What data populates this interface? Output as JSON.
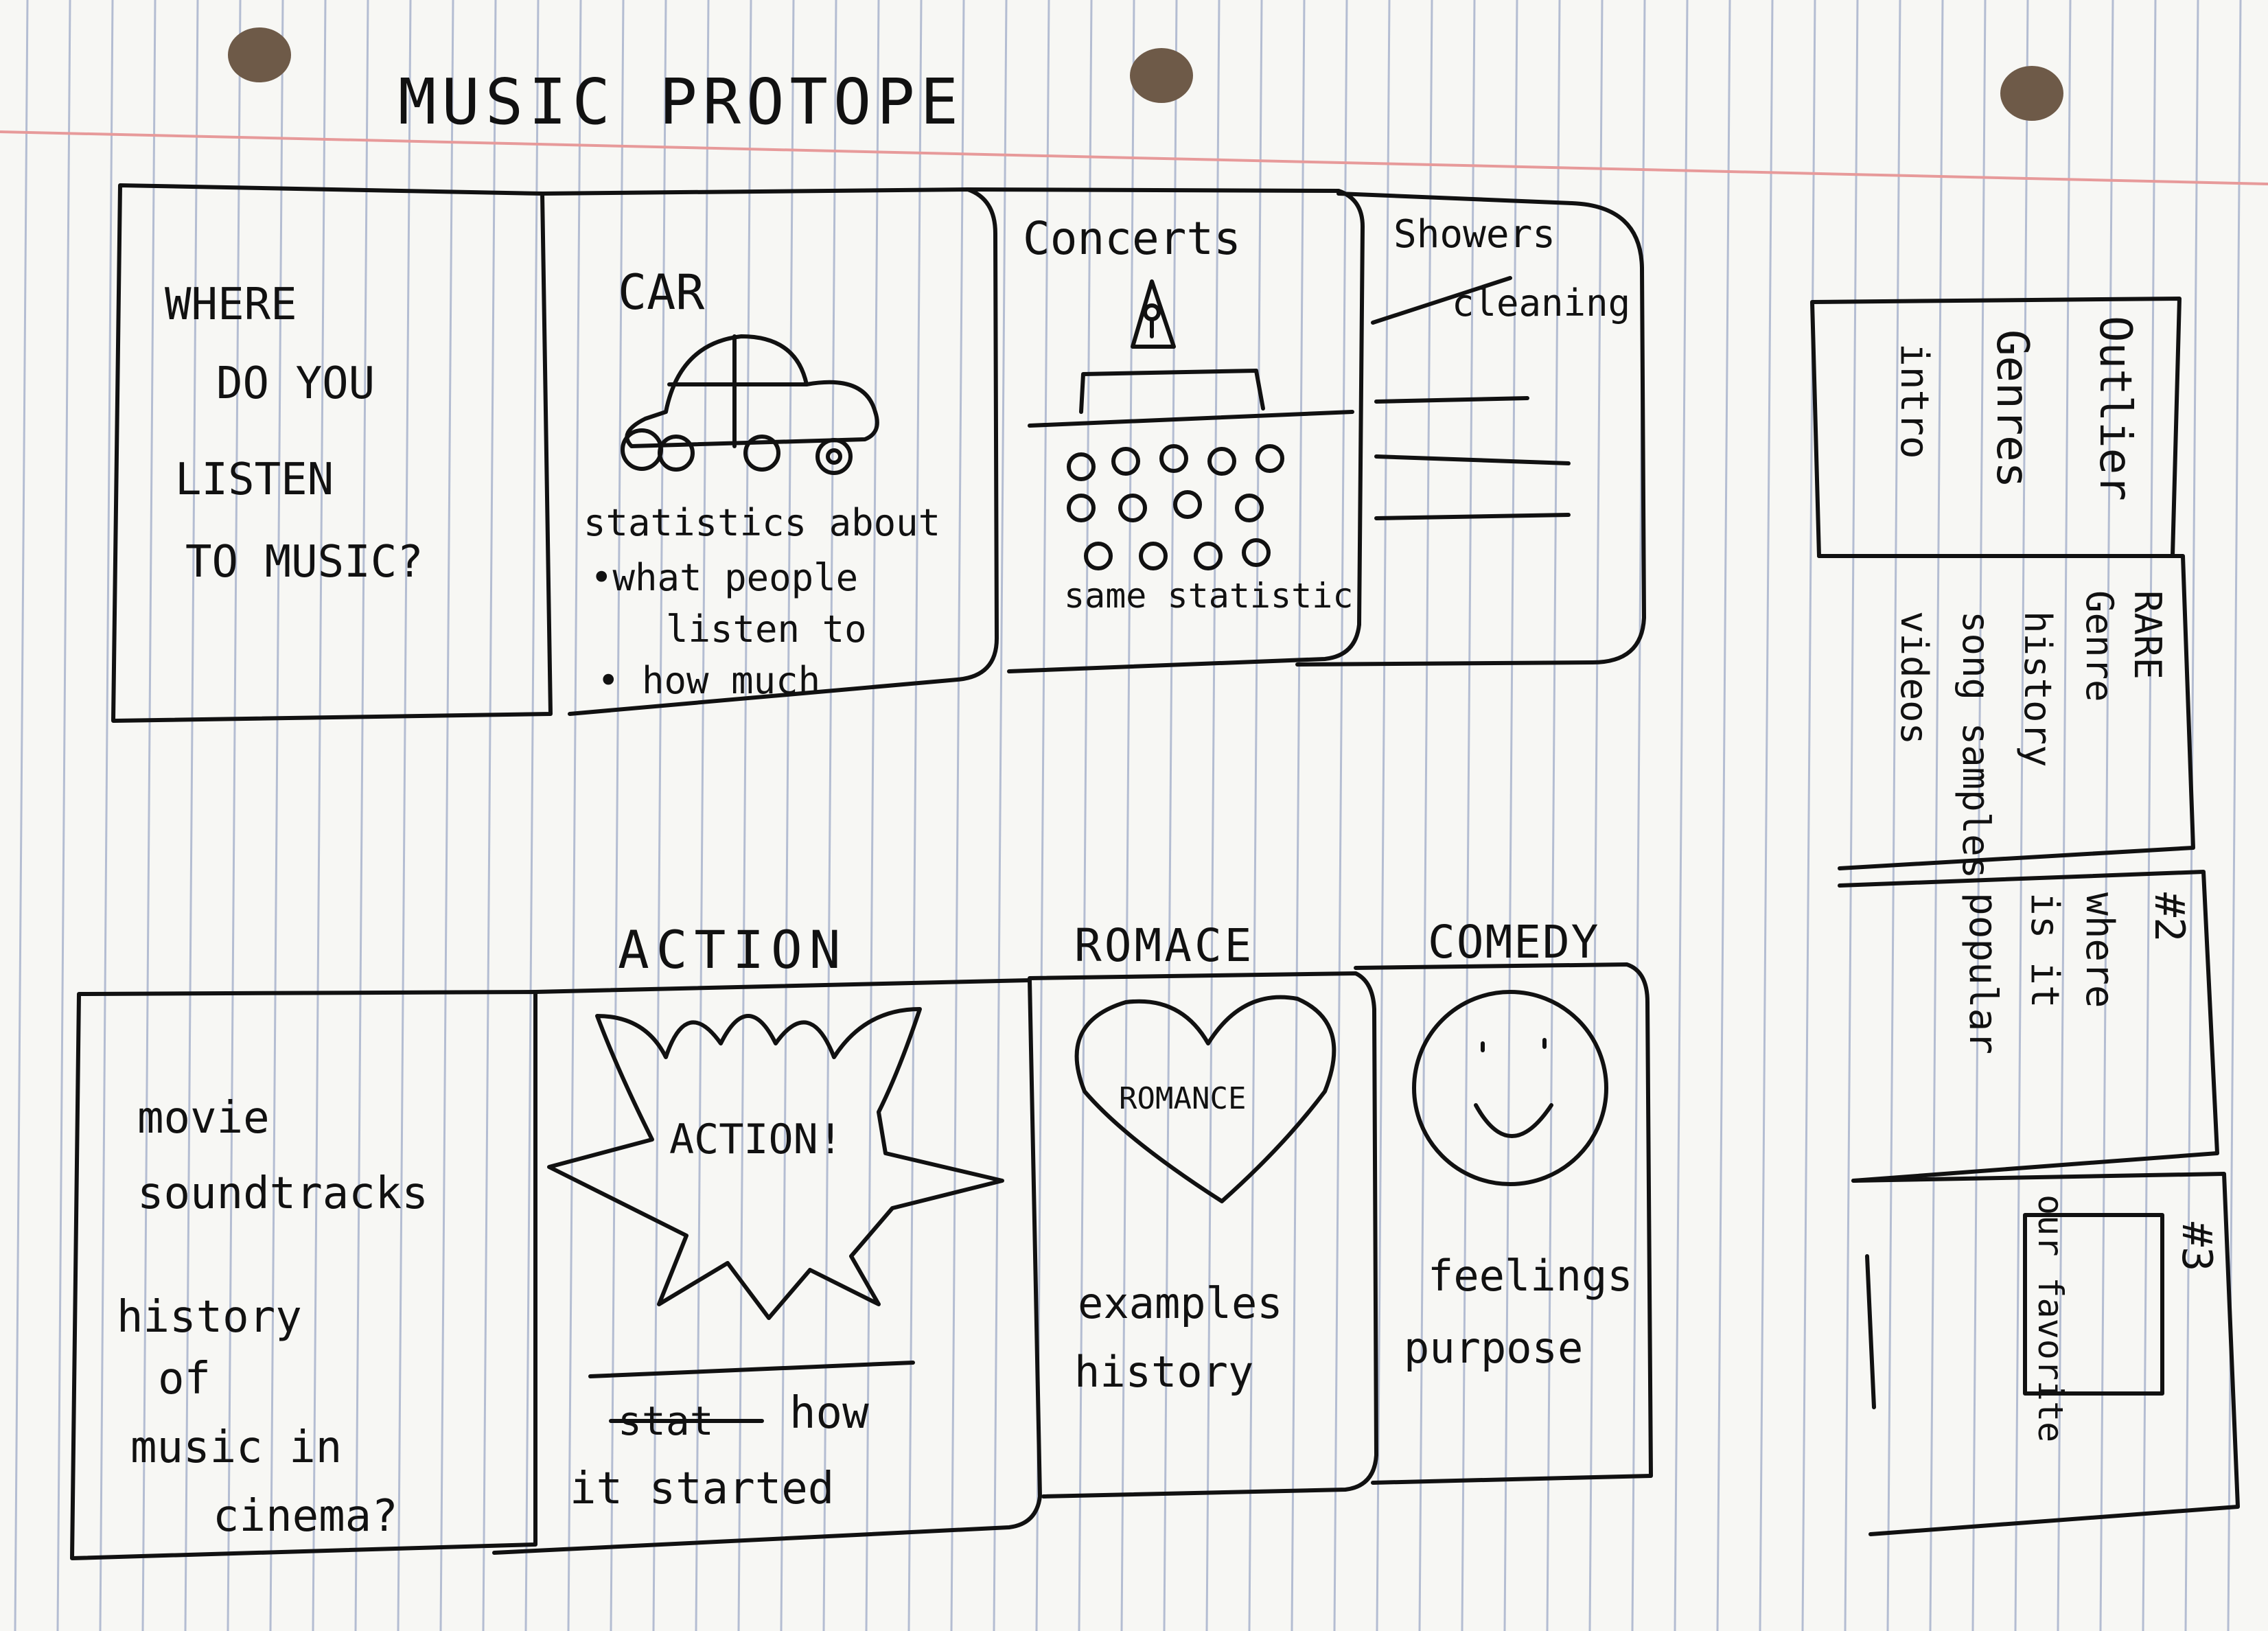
{
  "title": "MUSIC PROTOPE",
  "top_row": {
    "intro": [
      "WHERE",
      "DO YOU",
      "LISTEN",
      "TO MUSIC?"
    ],
    "car": {
      "heading": "CAR",
      "lines": [
        "statistics about",
        "•what people",
        "listen to",
        "• how much"
      ]
    },
    "concerts": {
      "heading": "Concerts",
      "note": "same statistic"
    },
    "showers": {
      "heading": "Showers",
      "sub": "cleaning"
    }
  },
  "genre_labels": [
    "ACTION",
    "ROMACE",
    "COMEDY"
  ],
  "bottom_row": {
    "movie": [
      "movie",
      "soundtracks",
      "history",
      "of",
      "music in",
      "cinema?"
    ],
    "action": {
      "burst_label": "ACTION!",
      "strike": "stat",
      "lines": [
        "how",
        "it started"
      ]
    },
    "romance": {
      "heart_label": "ROMANCE",
      "lines": [
        "examples",
        "history"
      ]
    },
    "comedy": {
      "lines": [
        "feelings",
        "purpose"
      ]
    }
  },
  "side_column": {
    "panel1": [
      "Outlier",
      "Genres",
      "intro"
    ],
    "panel2": [
      "RARE",
      "Genre",
      "history",
      "song samples",
      "videos"
    ],
    "panel3": [
      "#2",
      "where",
      "is it",
      "popular"
    ],
    "panel4": [
      "#3",
      "our favorite"
    ]
  }
}
